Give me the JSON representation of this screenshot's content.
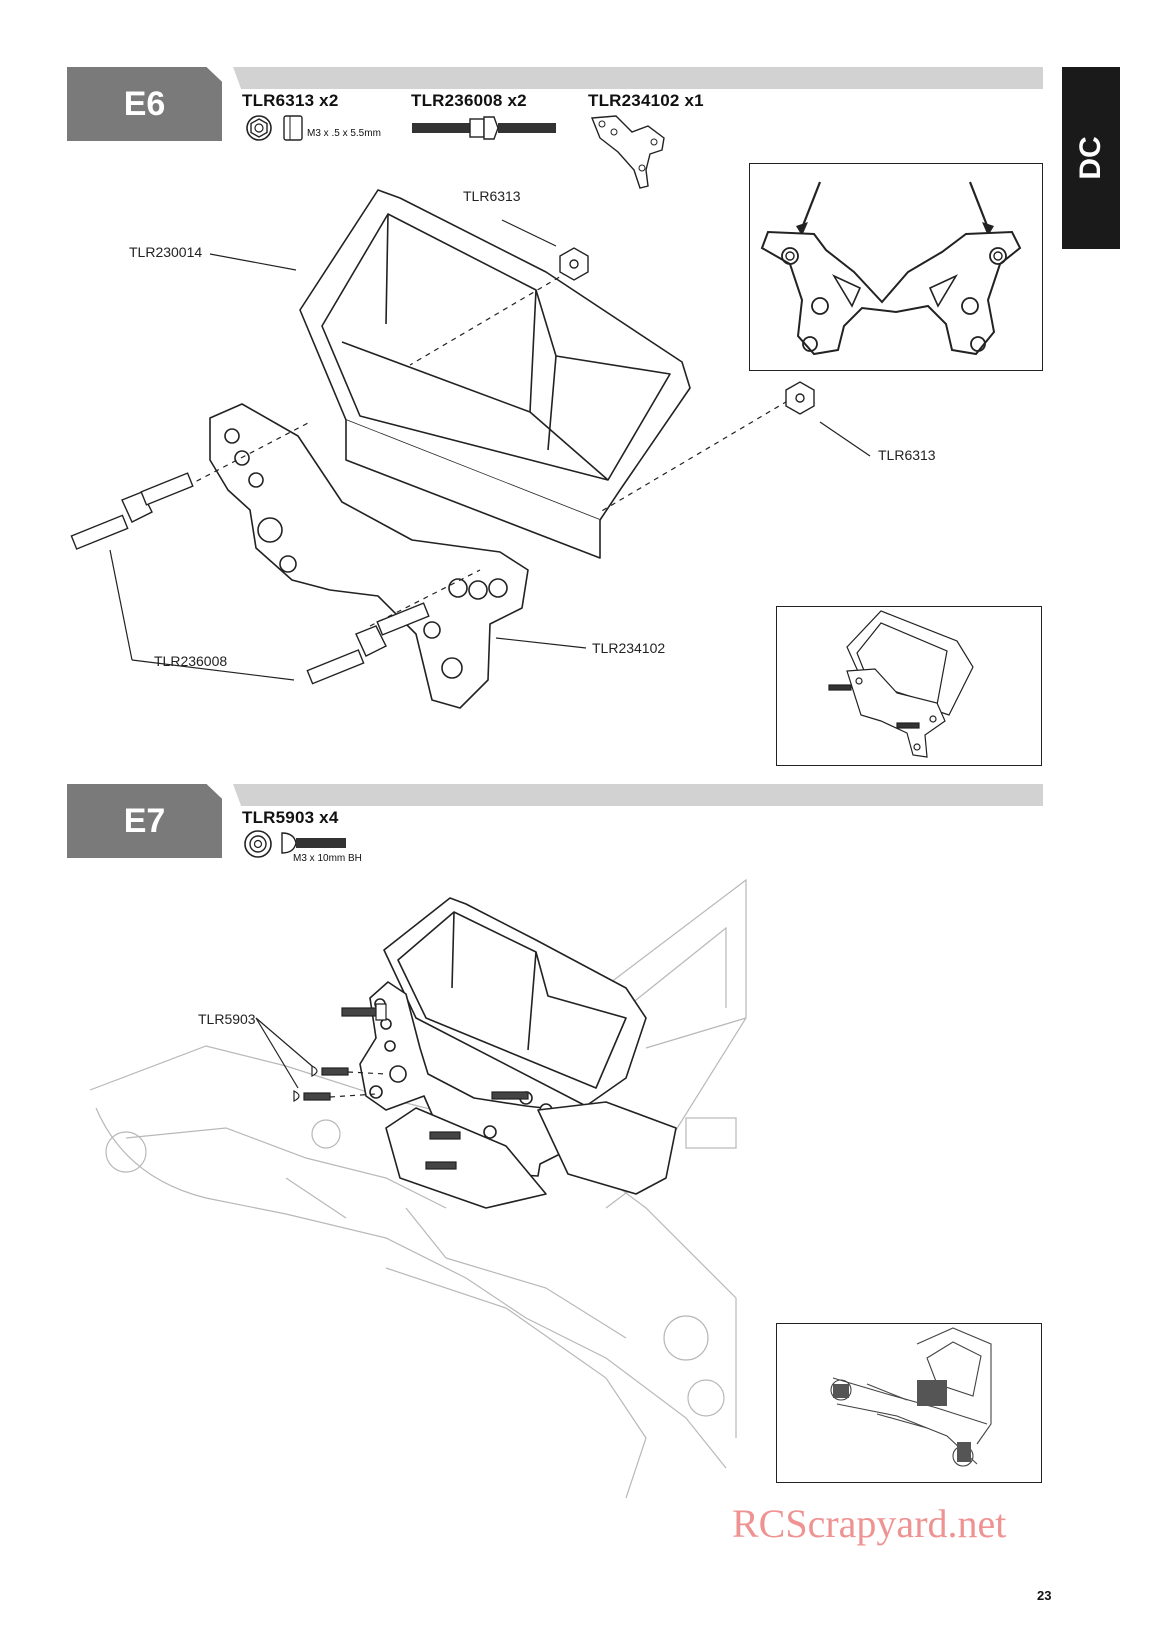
{
  "side_tab": {
    "label": "DC"
  },
  "step_e6": {
    "label": "E6",
    "parts": [
      {
        "code": "TLR6313 x2",
        "size": "M3 x .5 x 5.5mm"
      },
      {
        "code": "TLR236008 x2"
      },
      {
        "code": "TLR234102 x1"
      }
    ],
    "callouts": {
      "body_mount": "TLR230014",
      "nut_top": "TLR6313",
      "nut_right": "TLR6313",
      "turnbuckle": "TLR236008",
      "shock_tower": "TLR234102"
    }
  },
  "step_e7": {
    "label": "E7",
    "parts": [
      {
        "code": "TLR5903 x4",
        "size": "M3 x 10mm BH"
      }
    ],
    "callouts": {
      "screws": "TLR5903"
    }
  },
  "watermark": "RCScrapyard.net",
  "page_number": "23"
}
